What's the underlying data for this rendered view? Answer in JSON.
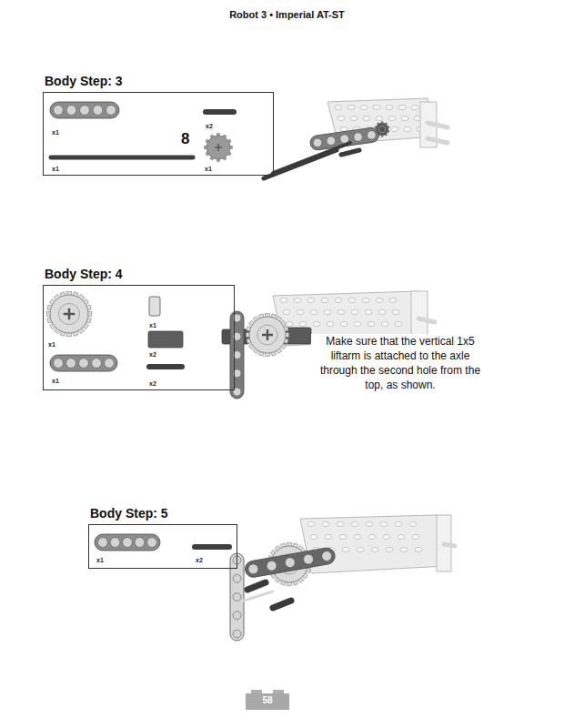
{
  "diagram": {
    "title": "Robot 3 • Imperial AT-ST",
    "nodes": [
      {
        "text": [
          "Body Step: 3",
          "x1",
          "x2",
          "8",
          "x1",
          "x1"
        ]
      },
      {
        "text": [
          "Body Step: 4",
          "x1",
          "x1",
          "x2",
          "x1",
          "x2"
        ]
      },
      {
        "text": [
          "Body Step: 5",
          "x1",
          "x2"
        ]
      }
    ],
    "labels": [
      "Make sure that the vertical 1x5 liftarm is attached to the axle through the second hole from the top, as shown.",
      "58"
    ]
  }
}
